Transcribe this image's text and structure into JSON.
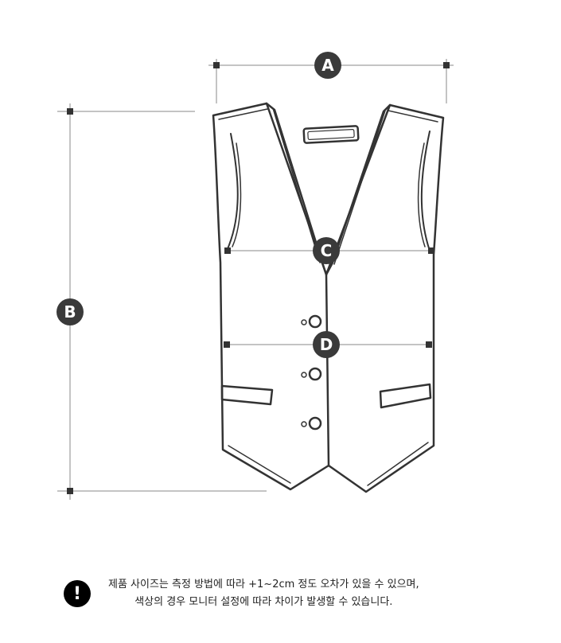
{
  "markers": {
    "a": "A",
    "b": "B",
    "c": "C",
    "d": "D"
  },
  "notice": {
    "icon": "exclamation-icon",
    "line1": "제품 사이즈는 측정 방법에 따라 +1~2cm 정도 오차가 있을 수 있으며,",
    "line2": "색상의 경우 모니터 설정에 따라 차이가 발생할 수 있습니다."
  },
  "colors": {
    "line": "#333333",
    "marker_bg": "#3a3a3a",
    "guide": "#999999"
  }
}
